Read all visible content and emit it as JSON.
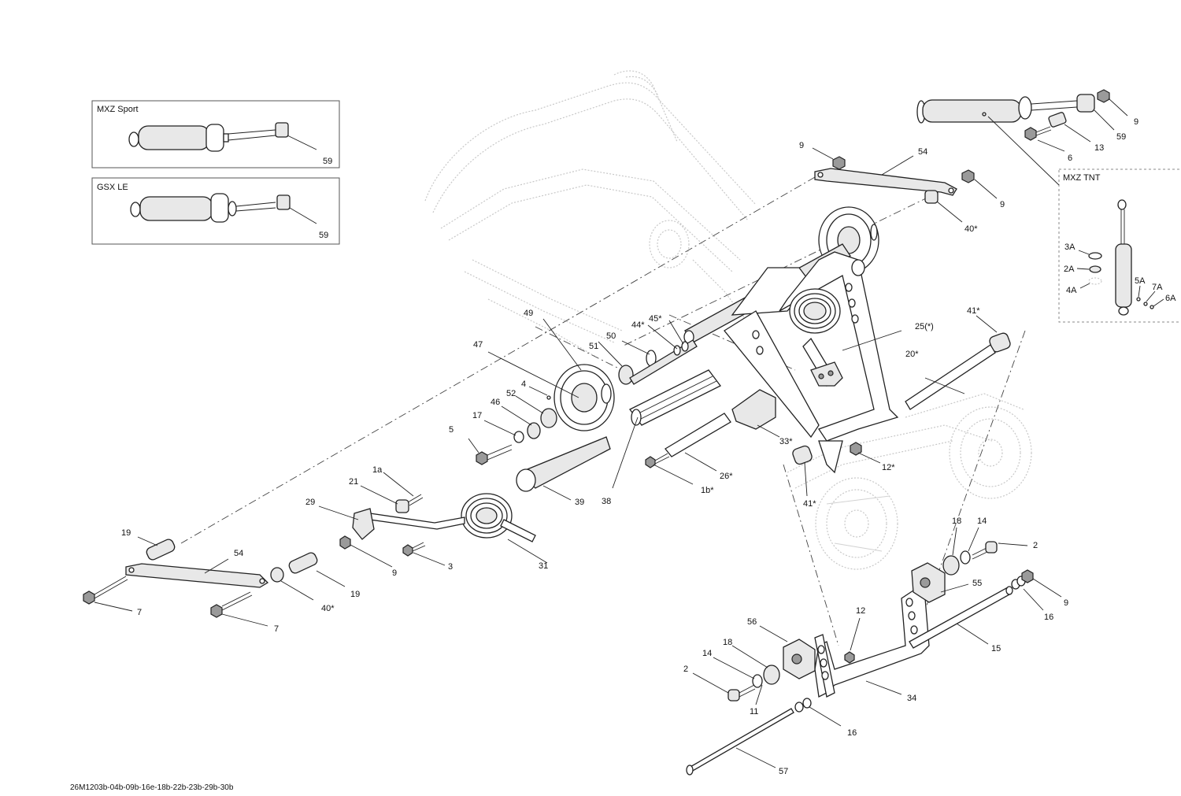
{
  "drawing_code": "26M1203b-04b-09b-16e-18b-22b-23b-29b-30b",
  "insets": {
    "mxz_sport": {
      "title": "MXZ  Sport",
      "part": "59"
    },
    "gsx_le": {
      "title": "GSX LE",
      "part": "59"
    },
    "mxz_tnt": {
      "title": "MXZ  TNT",
      "parts": [
        "3A",
        "2A",
        "4A",
        "5A",
        "7A",
        "6A"
      ]
    }
  },
  "callouts": {
    "c9_top_right": "9",
    "c59_top_right": "59",
    "c13": "13",
    "c6": "6",
    "c9_upper_link": "9",
    "c54_upper": "54",
    "c9_upper_right": "9",
    "c40_upper": "40*",
    "c49": "49",
    "c50": "50",
    "c51": "51",
    "c44": "44*",
    "c45": "45*",
    "c47": "47",
    "c4": "4",
    "c52": "52",
    "c46": "46",
    "c17": "17",
    "c5": "5",
    "c25": "25(*)",
    "c41_upper": "41*",
    "c20": "20*",
    "c33": "33*",
    "c12_star": "12*",
    "c26": "26*",
    "c1b": "1b*",
    "c41_lower": "41*",
    "c38": "38",
    "c39": "39",
    "c1a": "1a",
    "c21": "21",
    "c29": "29",
    "c31": "31",
    "c3": "3",
    "c9_spring": "9",
    "c19_left": "19",
    "c54_lower": "54",
    "c19_lower": "19",
    "c40_lower": "40*",
    "c7_left": "7",
    "c7_lower": "7",
    "c18_right": "18",
    "c14_right": "14",
    "c2_right": "2",
    "c55": "55",
    "c9_rod": "9",
    "c16_right": "16",
    "c15": "15",
    "c12": "12",
    "c56": "56",
    "c18_left": "18",
    "c14_left": "14",
    "c2_left": "2",
    "c11": "11",
    "c34": "34",
    "c16_lower": "16",
    "c57": "57"
  }
}
